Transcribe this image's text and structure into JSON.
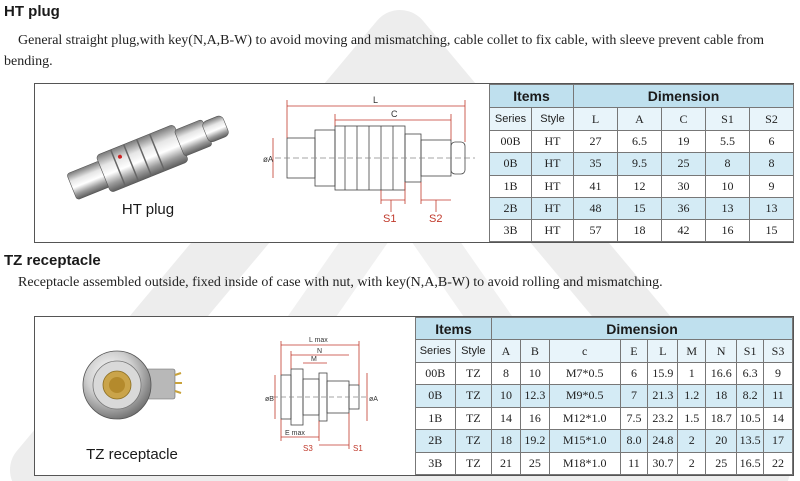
{
  "ht": {
    "title": "HT plug",
    "description": "General straight plug,with key(N,A,B-W) to avoid moving and mismatching, cable collet to fix cable, with sleeve prevent cable from bending.",
    "photo_label": "HT plug",
    "drawing": {
      "dim_L": "L",
      "dim_C": "C",
      "dim_A": "øA",
      "dim_S1": "S1",
      "dim_S2": "S2"
    },
    "table": {
      "items_header": "Items",
      "dimension_header": "Dimension",
      "columns": [
        "Series",
        "Style",
        "L",
        "A",
        "C",
        "S1",
        "S2"
      ],
      "rows": [
        [
          "00B",
          "HT",
          "27",
          "6.5",
          "19",
          "5.5",
          "6"
        ],
        [
          "0B",
          "HT",
          "35",
          "9.5",
          "25",
          "8",
          "8"
        ],
        [
          "1B",
          "HT",
          "41",
          "12",
          "30",
          "10",
          "9"
        ],
        [
          "2B",
          "HT",
          "48",
          "15",
          "36",
          "13",
          "13"
        ],
        [
          "3B",
          "HT",
          "57",
          "18",
          "42",
          "16",
          "15"
        ]
      ]
    }
  },
  "tz": {
    "title": "TZ receptacle",
    "description": "Receptacle assembled outside, fixed inside of case with nut, with key(N,A,B-W) to avoid rolling and mismatching.",
    "photo_label": "TZ receptacle",
    "drawing": {
      "dim_Lmax": "L max",
      "dim_N": "N",
      "dim_M": "M",
      "dim_Emax": "E max",
      "dim_S3": "S3",
      "dim_S1": "S1",
      "dim_B": "øB",
      "dim_A": "øA"
    },
    "table": {
      "items_header": "Items",
      "dimension_header": "Dimension",
      "columns": [
        "Series",
        "Style",
        "A",
        "B",
        "c",
        "E",
        "L",
        "M",
        "N",
        "S1",
        "S3"
      ],
      "rows": [
        [
          "00B",
          "TZ",
          "8",
          "10",
          "M7*0.5",
          "6",
          "15.9",
          "1",
          "16.6",
          "6.3",
          "9"
        ],
        [
          "0B",
          "TZ",
          "10",
          "12.3",
          "M9*0.5",
          "7",
          "21.3",
          "1.2",
          "18",
          "8.2",
          "11"
        ],
        [
          "1B",
          "TZ",
          "14",
          "16",
          "M12*1.0",
          "7.5",
          "23.2",
          "1.5",
          "18.7",
          "10.5",
          "14"
        ],
        [
          "2B",
          "TZ",
          "18",
          "19.2",
          "M15*1.0",
          "8.0",
          "24.8",
          "2",
          "20",
          "13.5",
          "17"
        ],
        [
          "3B",
          "TZ",
          "21",
          "25",
          "M18*1.0",
          "11",
          "30.7",
          "2",
          "25",
          "16.5",
          "22"
        ]
      ]
    }
  }
}
